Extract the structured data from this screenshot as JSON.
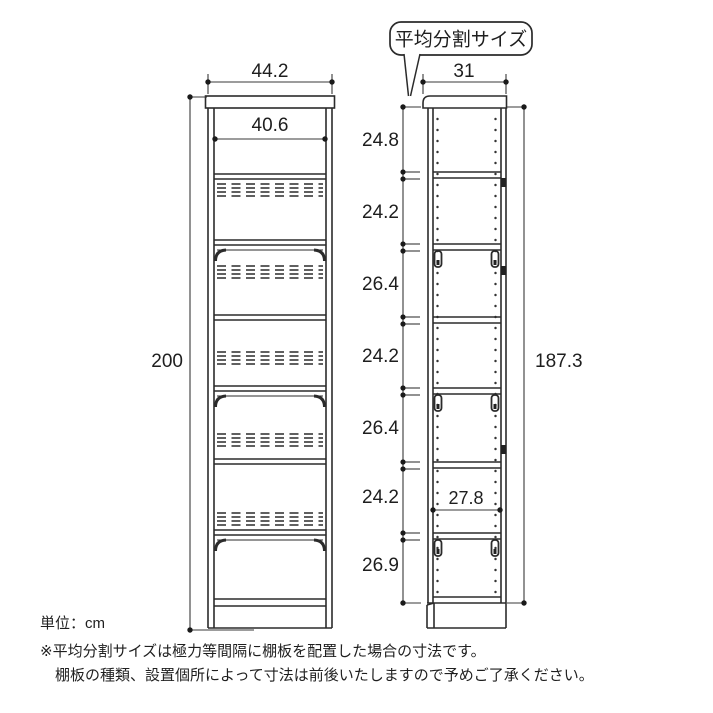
{
  "callout": {
    "label": "平均分割サイズ"
  },
  "left_unit": {
    "outer_width": "44.2",
    "inner_width": "40.6",
    "total_height": "200"
  },
  "right_unit": {
    "outer_depth": "31",
    "inner_depth": "27.8",
    "inner_height": "187.3",
    "segments": [
      "24.8",
      "24.2",
      "26.4",
      "24.2",
      "26.4",
      "24.2",
      "26.9"
    ]
  },
  "footer": {
    "unit_label": "単位：cm",
    "note1": "※平均分割サイズは極力等間隔に棚板を配置した場合の寸法です。",
    "note2": "棚板の種類、設置個所によって寸法は前後いたしますので予めご了承ください。"
  },
  "colors": {
    "line": "#2b2b2b",
    "dim_line": "#3a3a3a",
    "dot": "#1a1a1a"
  }
}
